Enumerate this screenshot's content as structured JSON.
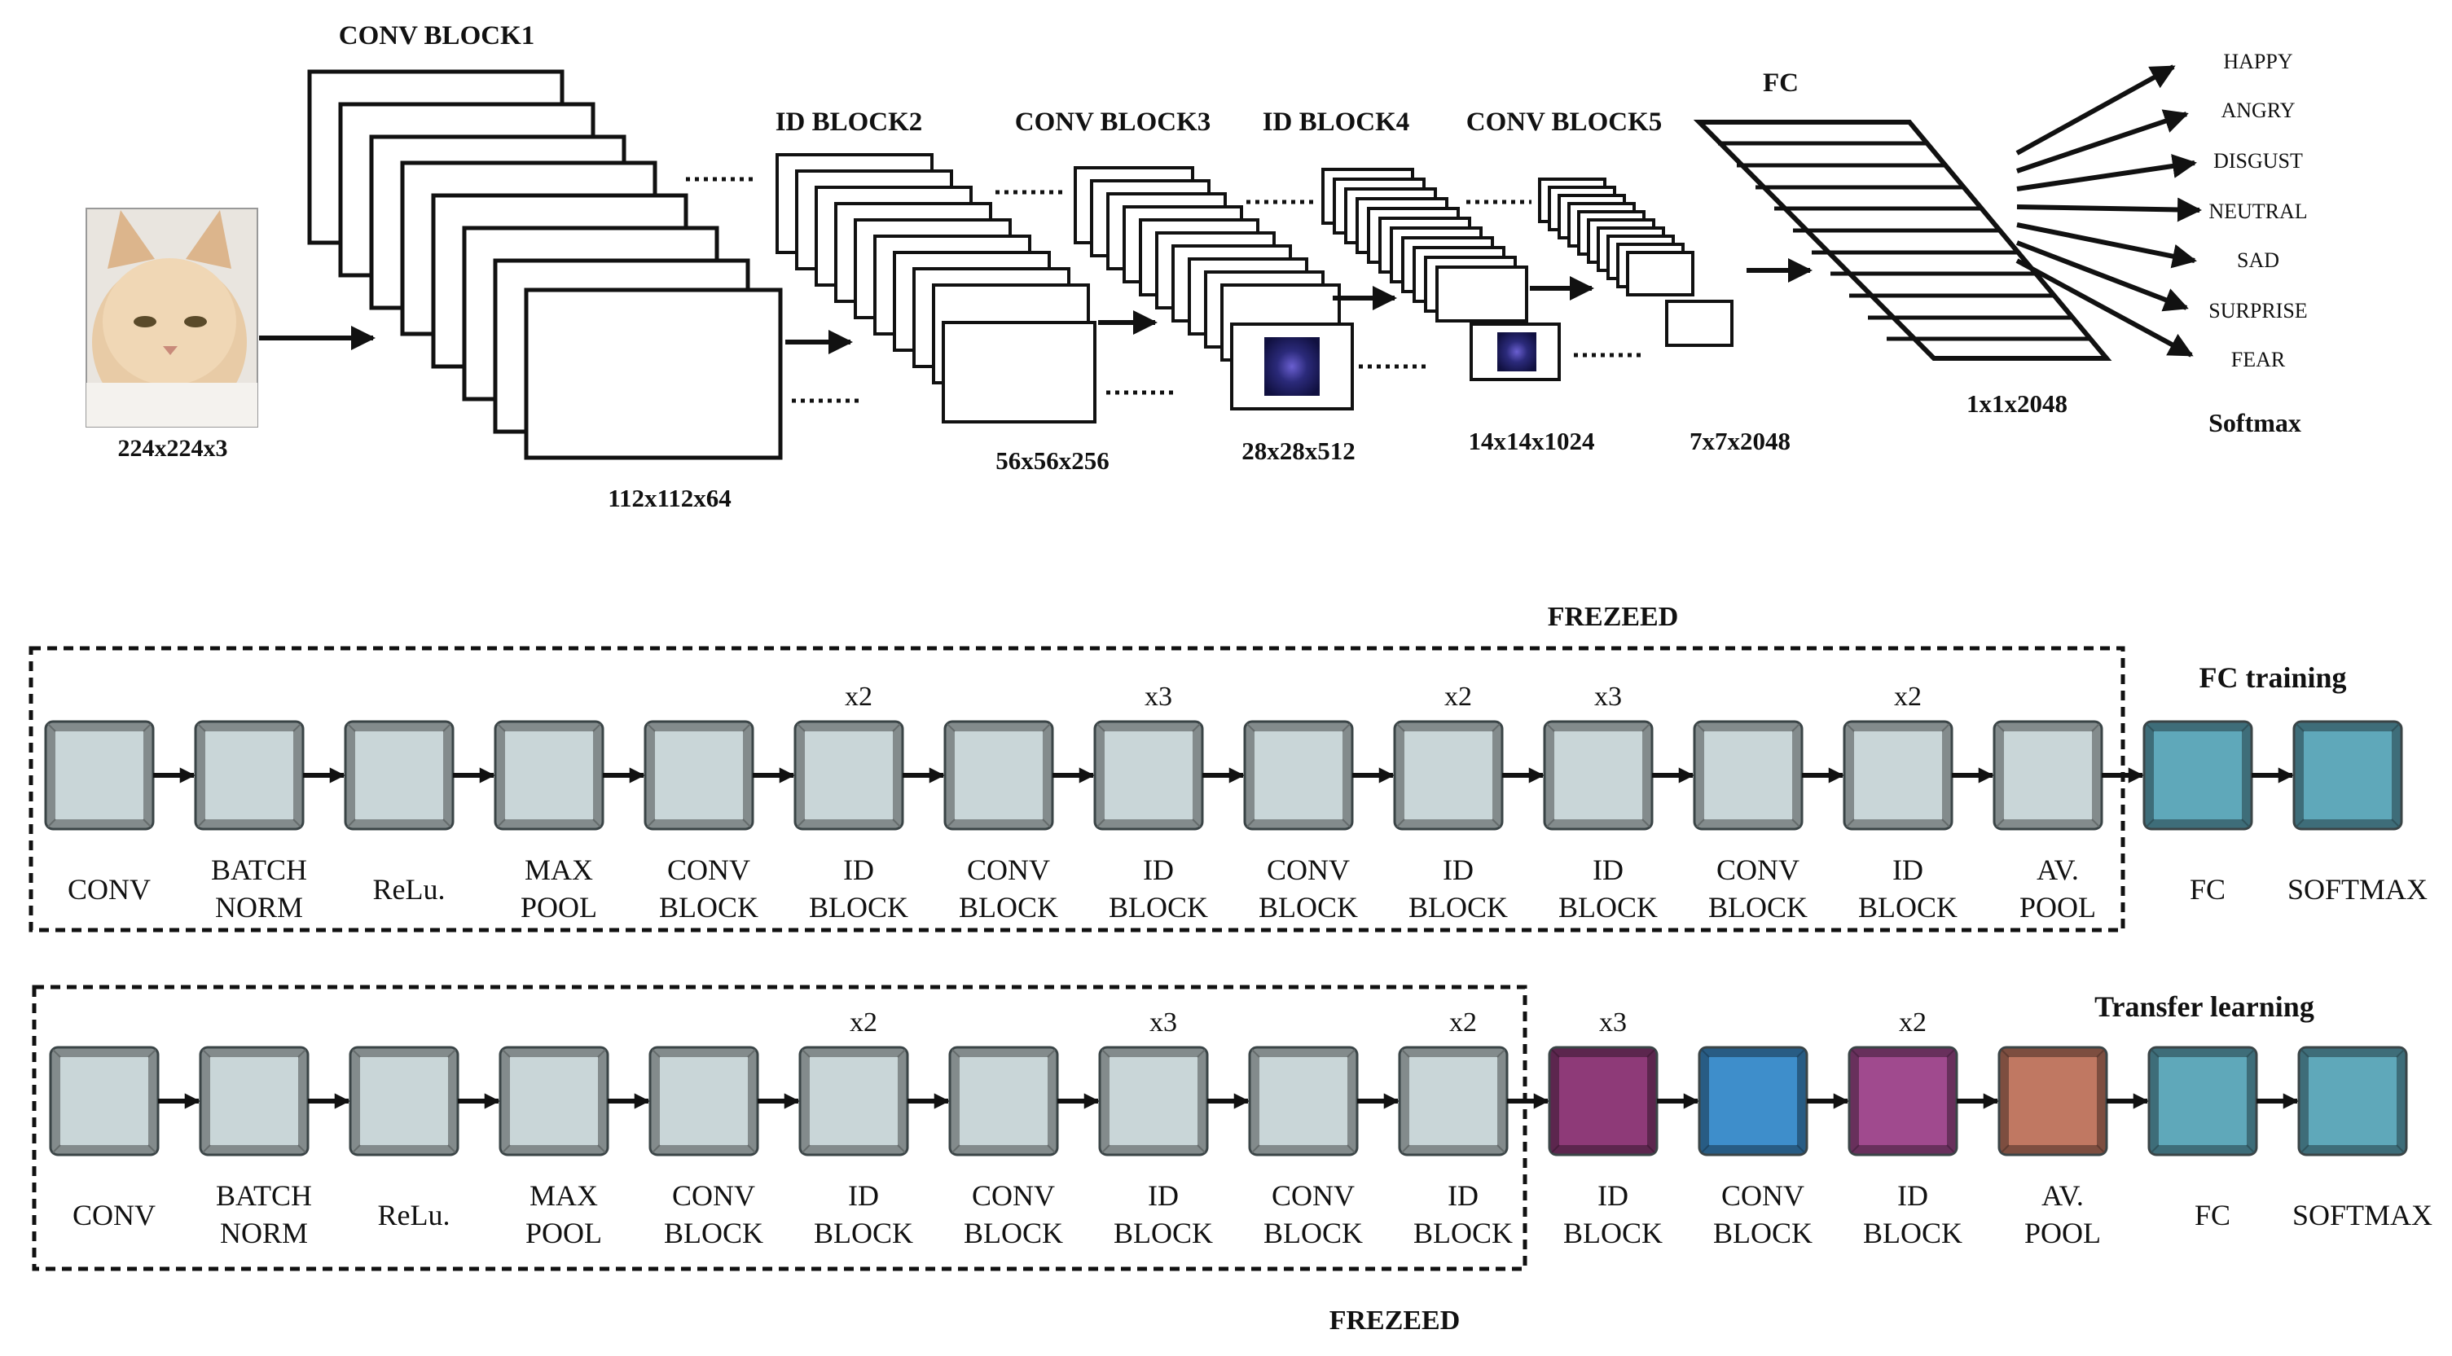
{
  "top": {
    "input": {
      "size": "224x224x3"
    },
    "stages": [
      {
        "title": "CONV BLOCK1",
        "size": "112x112x64"
      },
      {
        "title": "ID BLOCK2",
        "size": "56x56x256"
      },
      {
        "title": "CONV BLOCK3",
        "size": "28x28x512"
      },
      {
        "title": "ID BLOCK4",
        "size": "14x14x1024"
      },
      {
        "title": "CONV BLOCK5",
        "size": "7x7x2048"
      }
    ],
    "fc": {
      "title": "FC",
      "size": "1x1x2048"
    },
    "softmax": {
      "title": "Softmax",
      "classes": [
        "HAPPY",
        "ANGRY",
        "DISGUST",
        "NEUTRAL",
        "SAD",
        "SURPRISE",
        "FEAR"
      ]
    }
  },
  "row1": {
    "frozen_label": "FREZEED",
    "head_label": "FC training",
    "blocks": [
      {
        "lines": [
          "CONV"
        ],
        "mult": "",
        "color": "#c9d6d8"
      },
      {
        "lines": [
          "BATCH",
          "NORM"
        ],
        "mult": "",
        "color": "#c9d6d8"
      },
      {
        "lines": [
          "ReLu."
        ],
        "mult": "",
        "color": "#c9d6d8"
      },
      {
        "lines": [
          "MAX",
          "POOL"
        ],
        "mult": "",
        "color": "#c9d6d8"
      },
      {
        "lines": [
          "CONV",
          "BLOCK"
        ],
        "mult": "",
        "color": "#c9d6d8"
      },
      {
        "lines": [
          "ID",
          "BLOCK"
        ],
        "mult": "x2",
        "color": "#c9d6d8"
      },
      {
        "lines": [
          "CONV",
          "BLOCK"
        ],
        "mult": "",
        "color": "#c9d6d8"
      },
      {
        "lines": [
          "ID",
          "BLOCK"
        ],
        "mult": "x3",
        "color": "#c9d6d8"
      },
      {
        "lines": [
          "CONV",
          "BLOCK"
        ],
        "mult": "",
        "color": "#c9d6d8"
      },
      {
        "lines": [
          "ID",
          "BLOCK"
        ],
        "mult": "x2",
        "color": "#c9d6d8"
      },
      {
        "lines": [
          "ID",
          "BLOCK"
        ],
        "mult": "x3",
        "color": "#c9d6d8"
      },
      {
        "lines": [
          "CONV",
          "BLOCK"
        ],
        "mult": "",
        "color": "#c9d6d8"
      },
      {
        "lines": [
          "ID",
          "BLOCK"
        ],
        "mult": "x2",
        "color": "#c9d6d8"
      },
      {
        "lines": [
          "AV.",
          "POOL"
        ],
        "mult": "",
        "color": "#c9d6d8"
      },
      {
        "lines": [
          "FC"
        ],
        "mult": "",
        "color": "#5fa8ba"
      },
      {
        "lines": [
          "SOFTMAX"
        ],
        "mult": "",
        "color": "#5fa8ba"
      }
    ]
  },
  "row2": {
    "frozen_label": "FREZEED",
    "head_label": "Transfer learning",
    "blocks": [
      {
        "lines": [
          "CONV"
        ],
        "mult": "",
        "color": "#c9d6d8"
      },
      {
        "lines": [
          "BATCH",
          "NORM"
        ],
        "mult": "",
        "color": "#c9d6d8"
      },
      {
        "lines": [
          "ReLu."
        ],
        "mult": "",
        "color": "#c9d6d8"
      },
      {
        "lines": [
          "MAX",
          "POOL"
        ],
        "mult": "",
        "color": "#c9d6d8"
      },
      {
        "lines": [
          "CONV",
          "BLOCK"
        ],
        "mult": "",
        "color": "#c9d6d8"
      },
      {
        "lines": [
          "ID",
          "BLOCK"
        ],
        "mult": "x2",
        "color": "#c9d6d8"
      },
      {
        "lines": [
          "CONV",
          "BLOCK"
        ],
        "mult": "",
        "color": "#c9d6d8"
      },
      {
        "lines": [
          "ID",
          "BLOCK"
        ],
        "mult": "x3",
        "color": "#c9d6d8"
      },
      {
        "lines": [
          "CONV",
          "BLOCK"
        ],
        "mult": "",
        "color": "#c9d6d8"
      },
      {
        "lines": [
          "ID",
          "BLOCK"
        ],
        "mult": "x2",
        "color": "#c9d6d8"
      },
      {
        "lines": [
          "ID",
          "BLOCK"
        ],
        "mult": "x3",
        "color": "#8e3a78"
      },
      {
        "lines": [
          "CONV",
          "BLOCK"
        ],
        "mult": "",
        "color": "#3e8ecb"
      },
      {
        "lines": [
          "ID",
          "BLOCK"
        ],
        "mult": "x2",
        "color": "#a04a8e"
      },
      {
        "lines": [
          "AV.",
          "POOL"
        ],
        "mult": "",
        "color": "#c07862"
      },
      {
        "lines": [
          "FC"
        ],
        "mult": "",
        "color": "#5fa8ba"
      },
      {
        "lines": [
          "SOFTMAX"
        ],
        "mult": "",
        "color": "#5fa8ba"
      }
    ]
  }
}
